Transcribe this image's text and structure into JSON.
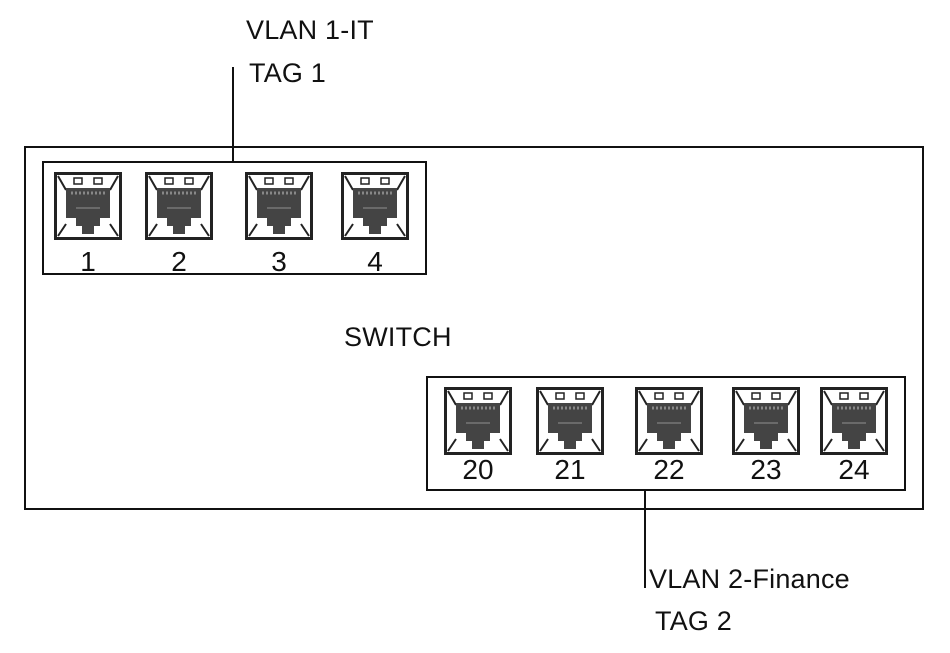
{
  "vlan_it": {
    "name": "VLAN 1-IT",
    "tag": "TAG 1"
  },
  "vlan_finance": {
    "name": "VLAN 2-Finance",
    "tag": "TAG 2"
  },
  "device_label": "SWITCH",
  "ports_group_1": [
    "1",
    "2",
    "3",
    "4"
  ],
  "ports_group_2": [
    "20",
    "21",
    "22",
    "23",
    "24"
  ],
  "colors": {
    "line": "#111111",
    "port_fill": "#444444",
    "port_frame": "#222222"
  },
  "icons": {
    "port": "ethernet-port-icon"
  }
}
